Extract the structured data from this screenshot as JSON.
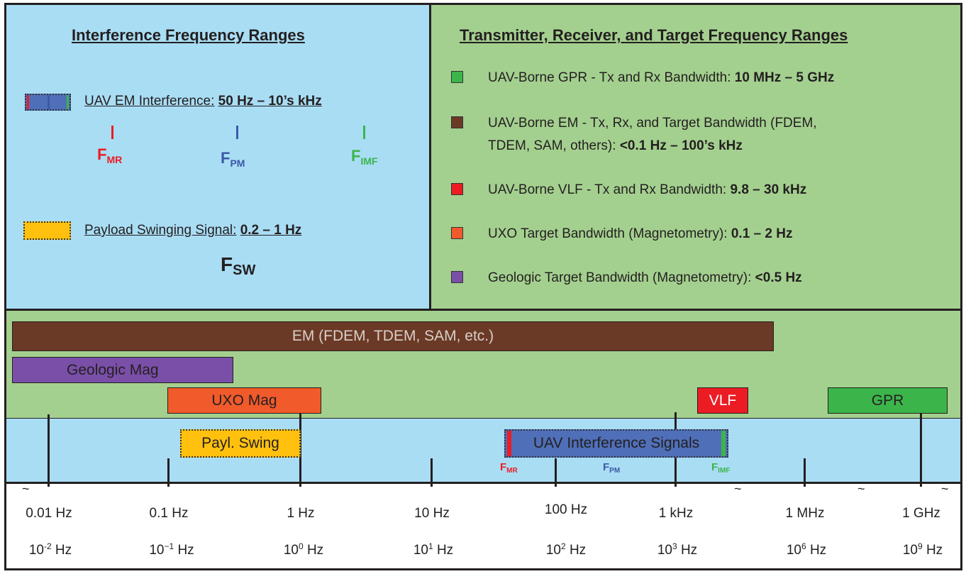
{
  "interference": {
    "heading": "Interference Frequency Ranges",
    "uav_em": {
      "label": "UAV EM Interference:",
      "range": "50 Hz – 10’s kHz"
    },
    "f_mr": {
      "main": "F",
      "sub": "MR"
    },
    "f_pm": {
      "main": "F",
      "sub": "PM"
    },
    "f_imf": {
      "main": "F",
      "sub": "IMF"
    },
    "payload": {
      "label": "Payload Swinging Signal:",
      "range": "0.2 – 1 Hz"
    },
    "f_sw": {
      "main": "F",
      "sub": "SW"
    }
  },
  "transmitter": {
    "heading": "Transmitter, Receiver, and Target Frequency Ranges",
    "items": [
      {
        "label": "UAV-Borne GPR - Tx and Rx Bandwidth:",
        "range": "10 MHz – 5 GHz",
        "color": "#3bb54a"
      },
      {
        "label": "UAV-Borne EM - Tx, Rx, and Target Bandwidth (FDEM,",
        "label2": "TDEM, SAM, others):",
        "range": "<0.1 Hz – 100’s kHz",
        "color": "#6b3a26"
      },
      {
        "label": "UAV-Borne VLF - Tx and Rx Bandwidth:",
        "range": "9.8 – 30 kHz",
        "color": "#ec1c24"
      },
      {
        "label": "UXO Target Bandwidth (Magnetometry):",
        "range": "0.1 – 2 Hz",
        "color": "#f15a2b"
      },
      {
        "label": "Geologic Target Bandwidth (Magnetometry):",
        "range": "<0.5 Hz",
        "color": "#7a4fa8"
      }
    ]
  },
  "bars": {
    "em": "EM (FDEM, TDEM, SAM, etc.)",
    "geologic": "Geologic Mag",
    "uxo": "UXO Mag",
    "vlf": "VLF",
    "gpr": "GPR",
    "payl": "Payl. Swing",
    "uav": "UAV Interference Signals",
    "f_mr": {
      "main": "F",
      "sub": "MR"
    },
    "f_pm": {
      "main": "F",
      "sub": "PM"
    },
    "f_imf": {
      "main": "F",
      "sub": "IMF"
    }
  },
  "axis": {
    "ticks": [
      {
        "label": "0.01 Hz",
        "base": "10",
        "exp": "-2",
        "unit": "Hz"
      },
      {
        "label": "0.1 Hz",
        "base": "10",
        "exp": "−1",
        "unit": "Hz"
      },
      {
        "label": "1 Hz",
        "base": "10",
        "exp": "0",
        "unit": "Hz"
      },
      {
        "label": "10 Hz",
        "base": "10",
        "exp": "1",
        "unit": "Hz"
      },
      {
        "label": "100 Hz",
        "base": "10",
        "exp": "2",
        "unit": "Hz"
      },
      {
        "label": "1 kHz",
        "base": "10",
        "exp": "3",
        "unit": "Hz"
      },
      {
        "label": "1 MHz",
        "base": "10",
        "exp": "6",
        "unit": "Hz"
      },
      {
        "label": "1 GHz",
        "base": "10",
        "exp": "9",
        "unit": "Hz"
      }
    ],
    "break_symbol": "~"
  },
  "colors": {
    "light_blue": "#a9ddf4",
    "green": "#a4d08f",
    "red": "#ec1c24",
    "blue": "#4f6fb8",
    "bright_green": "#3bb54a",
    "yellow": "#ffc10e"
  }
}
